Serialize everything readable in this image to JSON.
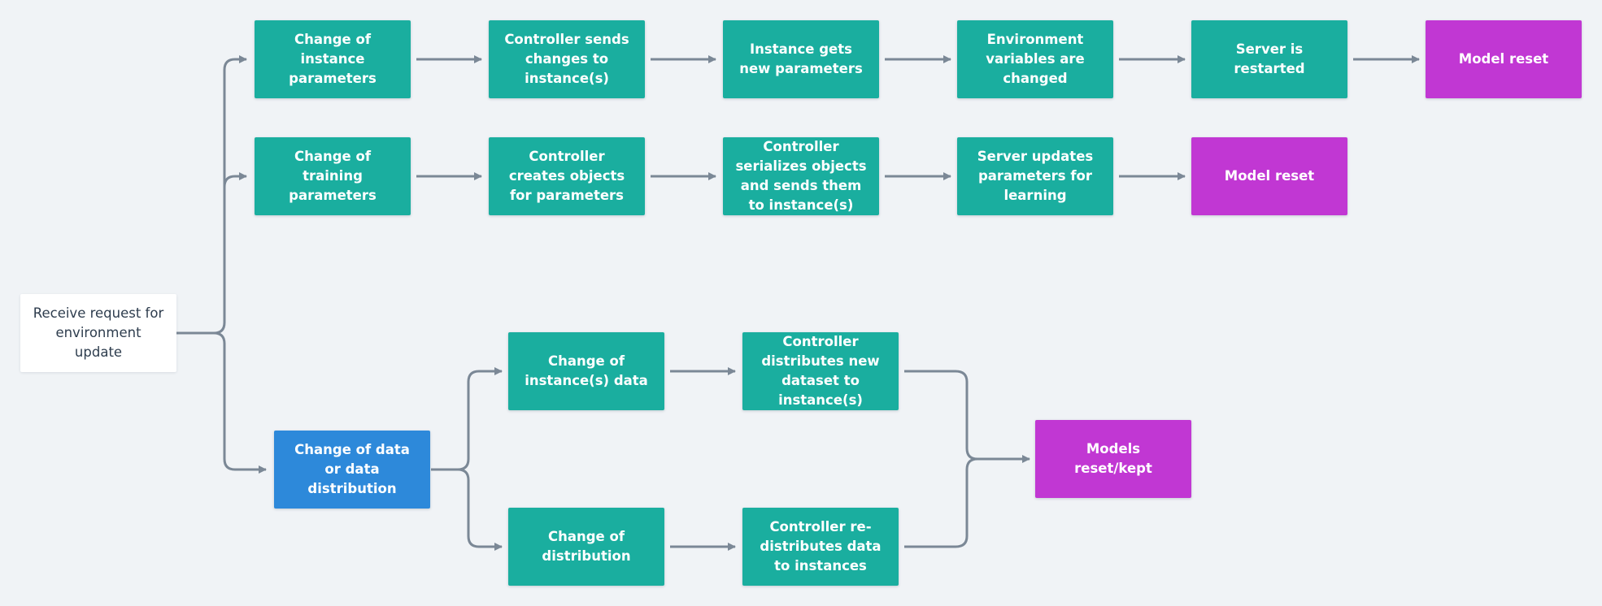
{
  "colors": {
    "background": "#f0f3f6",
    "process": "#1aae9f",
    "outcome": "#c137d3",
    "branch": "#2d89da",
    "start": "#ffffff",
    "connector": "#7b8896"
  },
  "nodes": {
    "start": "Receive request for environment update",
    "instance_params": "Change of instance parameters",
    "controller_sends": "Controller sends changes to instance(s)",
    "instance_gets": "Instance gets new parameters",
    "env_vars": "Environment variables are changed",
    "server_restarted": "Server is restarted",
    "model_reset_1": "Model reset",
    "training_params": "Change of training parameters",
    "controller_creates": "Controller creates objects for parameters",
    "controller_serializes": "Controller serializes objects and sends them to instance(s)",
    "server_updates": "Server updates parameters for learning",
    "model_reset_2": "Model reset",
    "data_change": "Change of data or data distribution",
    "instance_data": "Change of instance(s) data",
    "controller_distributes": "Controller distributes new dataset to instance(s)",
    "distribution": "Change of distribution",
    "controller_redistributes": "Controller re-distributes data to instances",
    "models_reset_kept": "Models reset/kept"
  }
}
